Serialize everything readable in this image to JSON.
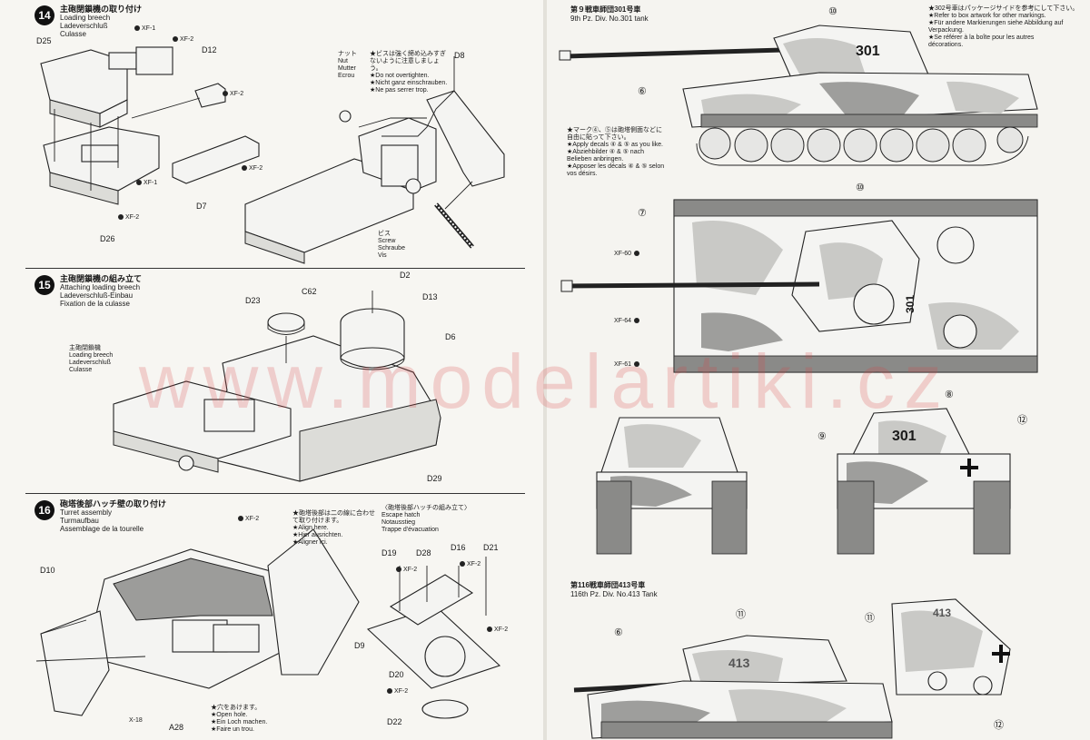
{
  "steps": [
    {
      "number": "14",
      "jp": "主砲閉鎖機の取り付け",
      "en": "Loading breech",
      "de": "Ladeverschluß",
      "fr": "Culasse",
      "parts": [
        "D25",
        "XF-1",
        "XF-2",
        "D12",
        "XF-2",
        "XF-2",
        "XF-1",
        "D7",
        "XF-2",
        "D26",
        "D8"
      ],
      "caution_jp": "★ビスは強く締め込みすぎないように注意しましょう。",
      "caution_en": "★Do not overtighten.",
      "caution_de": "★Nicht ganz einschrauben.",
      "caution_fr": "★Ne pas serrer trop.",
      "nut": [
        "ナット",
        "Nut",
        "Mutter",
        "Ecrou"
      ],
      "screw": [
        "ビス",
        "Screw",
        "Schraube",
        "Vis"
      ]
    },
    {
      "number": "15",
      "jp": "主砲閉鎖機の組み立て",
      "en": "Attaching loading breech",
      "de": "Ladeverschluß-Einbau",
      "fr": "Fixation de la culasse",
      "parts": [
        "D2",
        "C62",
        "D13",
        "D23",
        "D6",
        "D29"
      ],
      "sub_jp": "主砲閉鎖機",
      "sub_en": "Loading breech",
      "sub_de": "Ladeverschluß",
      "sub_fr": "Culasse"
    },
    {
      "number": "16",
      "jp": "砲塔後部ハッチ壁の取り付け",
      "en": "Turret assembly",
      "de": "Turmaufbau",
      "fr": "Assemblage de la tourelle",
      "parts": [
        "XF-2",
        "D10",
        "X-18",
        "A28",
        "D19",
        "D28",
        "D16",
        "D21",
        "XF-2",
        "XF-2",
        "XF-2",
        "D9",
        "D20",
        "XF-2",
        "D22"
      ],
      "align_jp": "★砲塔後部は二の線に合わせて取り付けます。",
      "align_en": "★Align here.",
      "align_de": "★Hier ausrichten.",
      "align_fr": "★Aligner ici.",
      "hole_jp": "★穴をあけます。",
      "hole_en": "★Open hole.",
      "hole_de": "★Ein Loch machen.",
      "hole_fr": "★Faire un trou.",
      "hatch_jp": "〈砲塔後部ハッチの組み立て〉",
      "hatch_en": "Escape hatch",
      "hatch_de": "Notausstieg",
      "hatch_fr": "Trappe d'évacuation"
    }
  ],
  "right": {
    "tank1_title_jp": "第９戦車師団301号車",
    "tank1_title_en": "9th Pz. Div. No.301 tank",
    "tank1_number": "301",
    "markings_jp": "★302号車はパッケージサイドを参考にして下さい。",
    "markings_en": "★Refer to box artwork for other markings.",
    "markings_de": "★Für andere Markierungen siehe Abbildung auf Verpackung.",
    "markings_fr": "★Se référer à la boîte pour les autres décorations.",
    "decal_jp": "★マーク④、⑤は砲塔側面などに自由に貼って下さい。",
    "decal_en": "★Apply decals ④ & ⑤ as you like.",
    "decal_de": "★Abziehbilder ④ & ⑤ nach Belieben anbringen.",
    "decal_fr": "★Apposer les décals ④ & ⑤ selon vos désirs.",
    "colors": [
      "XF-60",
      "XF-64",
      "XF-61"
    ],
    "callouts": [
      "⑩",
      "⑥",
      "⑦",
      "⑧",
      "⑨",
      "⑫",
      "⑪"
    ],
    "tank2_title_jp": "第116戦車師団413号車",
    "tank2_title_en": "116th Pz. Div. No.413 Tank",
    "tank2_number": "413"
  },
  "watermark": "www.modelartiki.cz"
}
